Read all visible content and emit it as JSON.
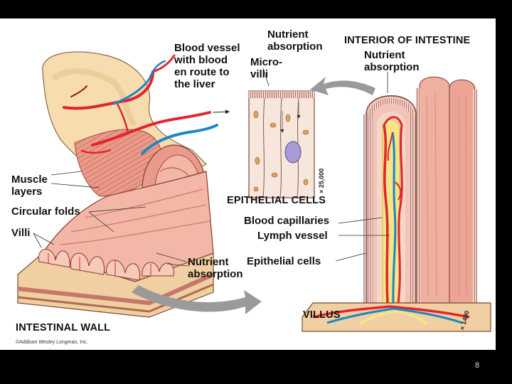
{
  "labels": {
    "blood_vessel": "Blood vessel\nwith blood\nen route to\nthe liver",
    "nutrient_absorption_top": "Nutrient\nabsorption",
    "microvilli": "Micro-\nvilli",
    "interior_of_intestine": "INTERIOR OF INTESTINE",
    "nutrient_absorption_interior": "Nutrient\nabsorption",
    "muscle_layers": "Muscle\nlayers",
    "circular_folds": "Circular folds",
    "villi": "Villi",
    "epithelial_cells_title": "EPITHELIAL CELLS",
    "blood_capillaries": "Blood capillaries",
    "lymph_vessel": "Lymph vessel",
    "epithelial_cells": "Epithelial cells",
    "nutrient_absorption_bottom": "Nutrient\nabsorption",
    "villus": "VILLUS",
    "intestinal_wall": "INTESTINAL WALL",
    "magnification_cells": "× 25,000",
    "magnification_villus": "× 1400",
    "copyright": "©Addison Wesley Longman, Inc."
  },
  "page_number": "8",
  "colors": {
    "tube_outer": "#f6dcae",
    "muscle": "#e0897a",
    "mucosa": "#f2b7a6",
    "blood_red": "#e2242c",
    "lymph_blue": "#1e86c2",
    "arrow_gray": "#9a9a9a",
    "epithelium_pink": "#f2c3b8"
  }
}
